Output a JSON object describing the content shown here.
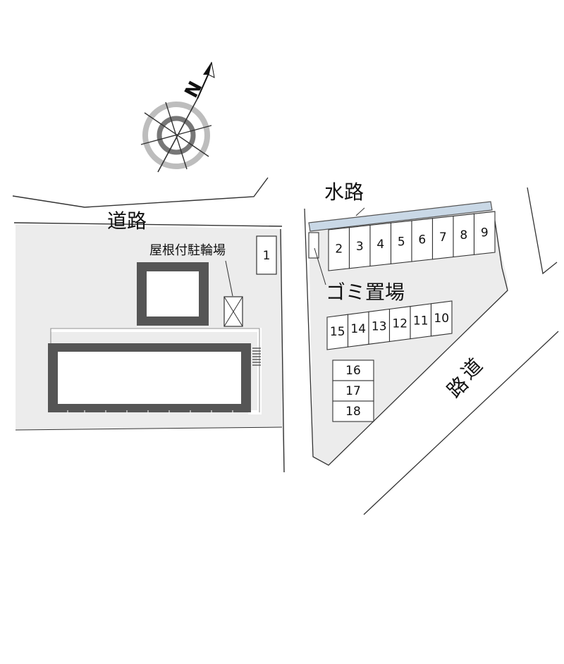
{
  "labels": {
    "road_top": "道路",
    "road_right": "道路",
    "waterway": "水路",
    "bicycle_parking": "屋根付駐輪場",
    "garbage": "ゴミ置場"
  },
  "compass": {
    "north_letter": "N"
  },
  "parking": {
    "top_row": [
      "2",
      "3",
      "4",
      "5",
      "6",
      "7",
      "8",
      "9"
    ],
    "middle_row": [
      "15",
      "14",
      "13",
      "12",
      "11",
      "10"
    ],
    "stack": [
      "16",
      "17",
      "18"
    ],
    "single": "1"
  },
  "colors": {
    "lot": "#ececec",
    "building": "#555555",
    "water": "#c9d8e6",
    "line": "#222222"
  }
}
